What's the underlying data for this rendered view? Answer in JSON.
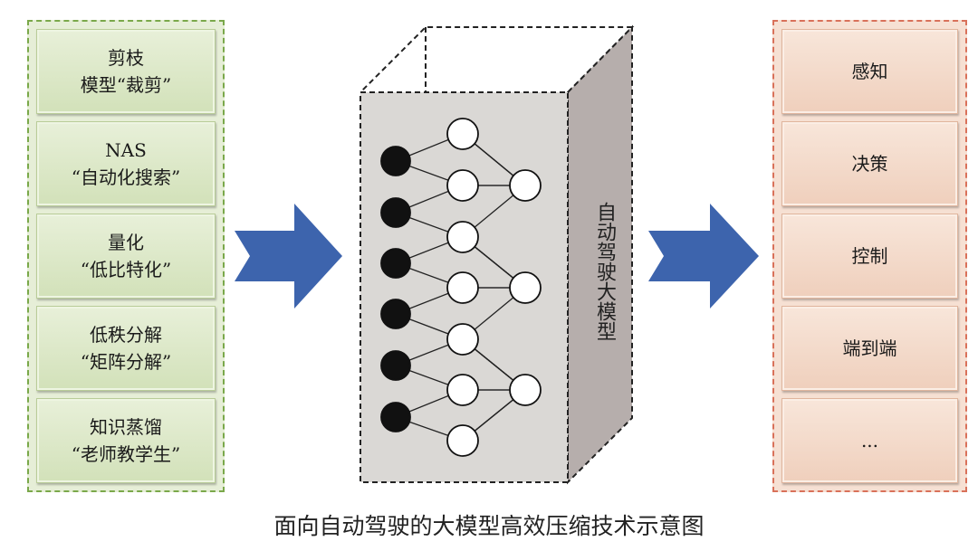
{
  "compression_methods": [
    {
      "line1": "剪枝",
      "line2": "模型“裁剪”"
    },
    {
      "line1": "NAS",
      "line2": "“自动化搜索”"
    },
    {
      "line1": "量化",
      "line2": "“低比特化”"
    },
    {
      "line1": "低秩分解",
      "line2": "“矩阵分解”"
    },
    {
      "line1": "知识蒸馏",
      "line2": "“老师教学生”"
    }
  ],
  "model_label": "自动驾驶大模型",
  "applications": [
    "感知",
    "决策",
    "控制",
    "端到端",
    "..."
  ],
  "caption": "面向自动驾驶的大模型高效压缩技术示意图",
  "colors": {
    "left_border": "#7aa84a",
    "left_fill": "#dde8cb",
    "right_border": "#d9715a",
    "right_fill": "#f3d9c9",
    "arrow": "#3d64ad",
    "cube_front": "#d9d7d4",
    "cube_side": "#b4acab",
    "input_node": "#111111"
  },
  "icons": [
    "right-arrow-icon",
    "neural-network-icon"
  ]
}
